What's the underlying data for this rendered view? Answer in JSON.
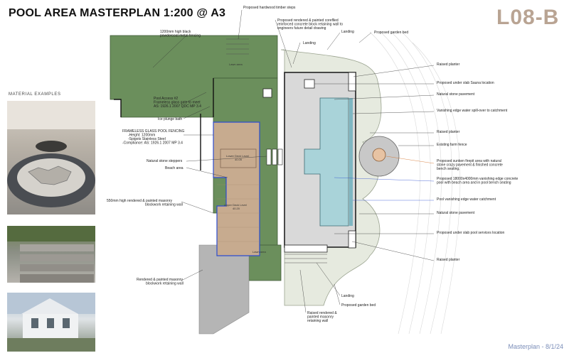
{
  "title": "POOL AREA MASTERPLAN 1:200 @ A3",
  "sheet_code": "L08-B",
  "footer": "Masterplan - 8/1/24",
  "materials_label": "MATERIAL EXAMPLES",
  "photos": [
    "fire-pit-stone-paving",
    "concrete-steps-planter",
    "timber-house-deck"
  ],
  "labels_left": {
    "fence": "1200mm high black\npowdercoat metal fencing",
    "pool_access": "Pool Access #2\nFrameless glass gate to meet\nAS: 1926.1 2007 QDC MP 3.4",
    "ice_bath": "Ice plunge bath",
    "glass_fencing": "FRAMELESS GLASS POOL FENCING\n-Height: 1200mm\n-Spigots Stainless Steel\n-Compliance: AS: 1926.1 2007 MP 3.4",
    "stepper": "Natural stone steppers",
    "beach": "Beach area",
    "masonry_550": "550mm high rendered & painted masonry\nblockwork retaining wall",
    "masonry_wall": "Rendered & painted masonry\nblockwork retaining wall"
  },
  "labels_top": {
    "timber_steps": "Proposed hardwood timber steps",
    "render_wall": "Proposed rendered & painted coreflled\nreinforced concrete block retaining wall to\nengineers future detail drawing",
    "landing_top": "Landing",
    "landing_mid": "Landing",
    "garden_bed_top": "Proposed garden bed"
  },
  "labels_right": [
    {
      "text": "Raised planter",
      "color": "#222222"
    },
    {
      "text": "Proposed under slab Sauna location",
      "color": "#222222"
    },
    {
      "text": "Natural stone pavement",
      "color": "#222222"
    },
    {
      "text": "Vanishing edge water spill-over to catchment",
      "color": "#222222"
    },
    {
      "text": "Raised planter",
      "color": "#222222"
    },
    {
      "text": "Existing farm fence",
      "color": "#222222"
    },
    {
      "text": "Proposed sunken firepit area with natural\nstone crazy pavement & finished concrete\nbench seating.",
      "color": "#d2691e"
    },
    {
      "text": "Proposed 18000x4000mm vanishing edge concrete\npool with beach area and in pool bench seating",
      "color": "#2c4ccf"
    },
    {
      "text": "Pool vanishing edge water catchment",
      "color": "#2c4ccf"
    },
    {
      "text": "Natural stone pavement",
      "color": "#222222"
    },
    {
      "text": "Proposed under slab pool services location",
      "color": "#222222"
    },
    {
      "text": "Raised planter",
      "color": "#222222"
    }
  ],
  "labels_bottom": {
    "landing": "Landing",
    "garden_bed": "Proposed garden bed",
    "raised_wall": "Raised rendered &\npainted masonry\nretaining wall"
  },
  "plan_text": {
    "lawn_top": "Lawn area",
    "lawn_bottom": "Lawn area",
    "lower_deck": "Lower Deck Level\n40.05",
    "upper_deck": "Upper Deck Level\n40.20"
  },
  "colors": {
    "lawn": "#6b8f5c",
    "deck": "#c7ab8f",
    "pool_water": "#a9d3d9",
    "paving": "#d9d9d9",
    "garden": "#e6eadf",
    "concrete": "#b5b5b5"
  }
}
